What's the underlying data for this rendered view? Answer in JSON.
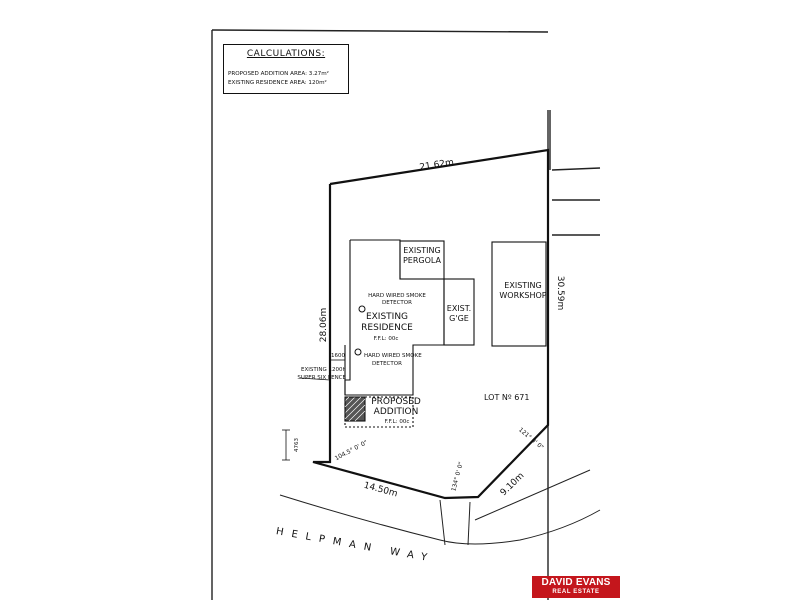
{
  "calculations": {
    "title": "CALCULATIONS:",
    "proposed_addition_area": "PROPOSED ADDITION AREA: 3.27m²",
    "existing_residence_area": "EXISTING RESIDENCE AREA: 120m²"
  },
  "dimensions": {
    "top_boundary": "21.62m",
    "left_boundary": "28.06m",
    "right_boundary": "30.59m",
    "front_left": "14.50m",
    "front_right": "9.10m",
    "setback": "1600",
    "setback_vertical": "4763"
  },
  "angles": {
    "left": "104.5° 0' 0\"",
    "middle": "134° 0' 0\"",
    "right": "121° 0' 0\""
  },
  "buildings": {
    "pergola": [
      "EXISTING",
      "PERGOLA"
    ],
    "garage": [
      "EXIST.",
      "G'GE"
    ],
    "workshop": [
      "EXISTING",
      "WORKSHOP"
    ],
    "residence": [
      "EXISTING",
      "RESIDENCE"
    ],
    "residence_ffl": "F.F.L: 00c",
    "addition": [
      "PROPOSED",
      "ADDITION"
    ],
    "addition_ffl": "F.F.L: 00c"
  },
  "notes": {
    "smoke_detector_1": [
      "HARD WIRED SMOKE",
      "DETECTOR"
    ],
    "smoke_detector_2": "HARD WIRED SMOKE",
    "smoke_detector_2_b": "DETECTOR",
    "fence": [
      "EXISTING 1200h",
      "SUPER SIX FENCE"
    ]
  },
  "lot": "LOT Nº 671",
  "street": "HELPMAN WAY",
  "logo": {
    "line1": "DAVID EVANS",
    "line2": "REAL ESTATE",
    "color": "#c4161c"
  }
}
